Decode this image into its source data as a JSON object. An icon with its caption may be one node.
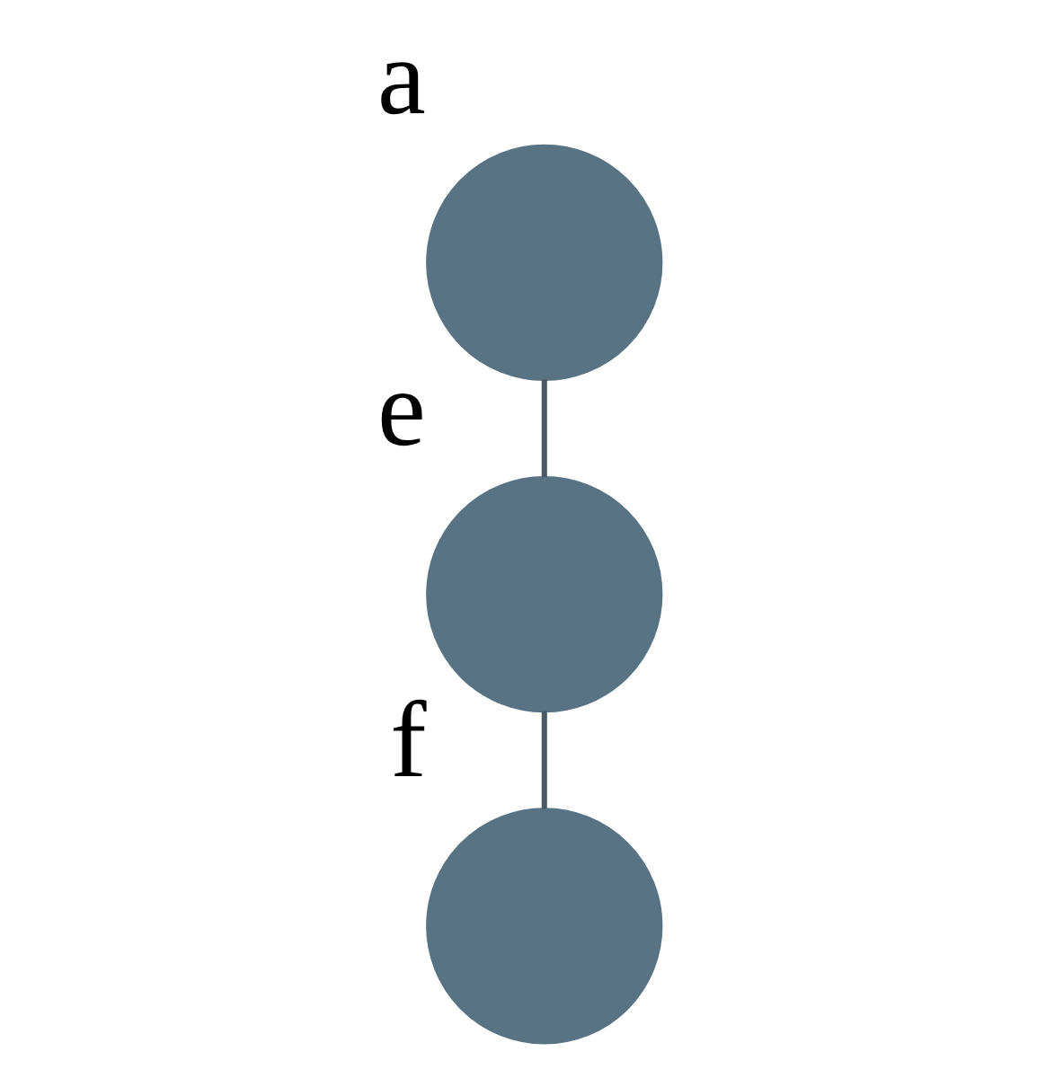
{
  "diagram": {
    "nodes": [
      {
        "text": [],
        "shape": "circle",
        "beside": [
          "a"
        ]
      },
      {
        "text": [],
        "shape": "circle",
        "beside": [
          "e"
        ]
      },
      {
        "text": [],
        "shape": "circle",
        "beside": [
          "f"
        ]
      }
    ],
    "edges": [
      {
        "from": 0,
        "to": 1,
        "arrow": "none"
      },
      {
        "from": 1,
        "to": 2,
        "arrow": "none"
      }
    ]
  }
}
